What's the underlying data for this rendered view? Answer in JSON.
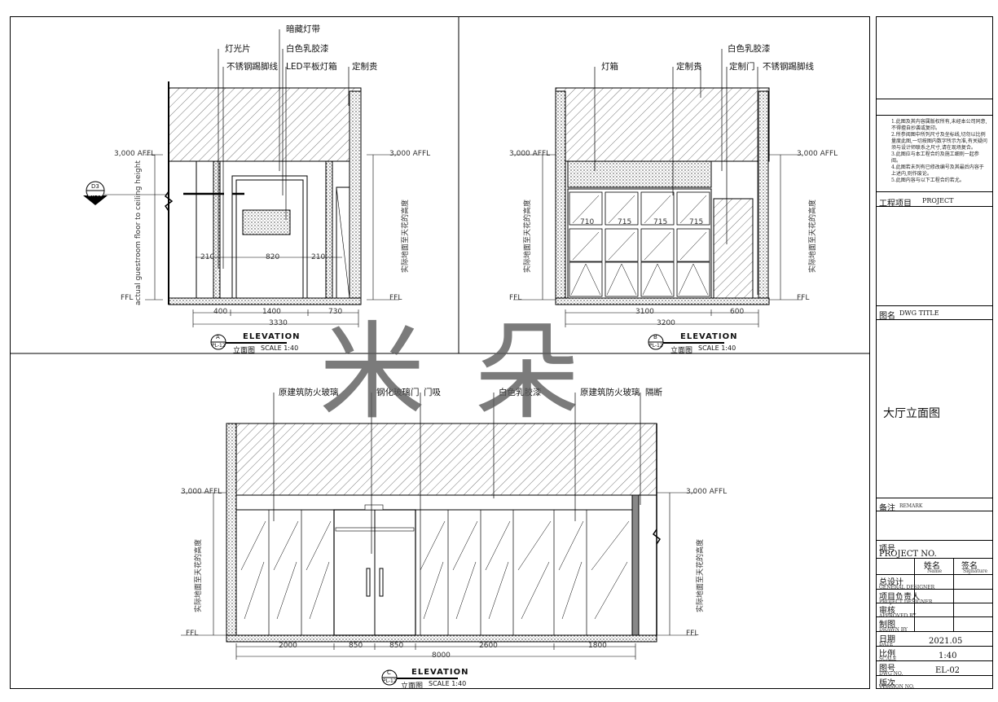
{
  "watermark": "米朵",
  "elevation_a": {
    "callouts": [
      "灯光片",
      "不锈钢踢脚线",
      "暗藏灯带",
      "白色乳胶漆",
      "LED平板灯箱",
      "定制贵"
    ],
    "title": "ELEVATION",
    "subtitle": "立面图",
    "scale": "SCALE 1:40",
    "tag_letter": "A",
    "tag_sheet": "PL-12",
    "level_top": "3,000 AFFL",
    "level_floor": "FFL",
    "section_tag_top": "D3",
    "section_tag_bottom": "DK-01",
    "dims_bottom": [
      "400",
      "1400",
      "730",
      "3330"
    ],
    "dims_inner": [
      "210",
      "820",
      "210"
    ]
  },
  "elevation_b": {
    "callouts": [
      "灯箱",
      "定制贵",
      "白色乳胶漆",
      "定制门",
      "不锈钢踢脚线"
    ],
    "title": "ELEVATION",
    "subtitle": "立面图",
    "scale": "SCALE 1:40",
    "tag_letter": "B",
    "tag_sheet": "PL-12",
    "level_top": "3,000 AFFL",
    "level_floor": "FFL",
    "dims_bottom": [
      "3100",
      "600",
      "3200"
    ],
    "cabinet_dims": [
      "710",
      "715",
      "715",
      "715"
    ]
  },
  "elevation_c": {
    "callouts": [
      "原建筑防火玻璃",
      "钢化玻璃门",
      "门吸",
      "白色乳胶漆",
      "原建筑防火玻璃",
      "隔断"
    ],
    "title": "ELEVATION",
    "subtitle": "立面图",
    "scale": "SCALE 1:40",
    "tag_letter": "C",
    "tag_sheet": "PL-12",
    "level_top": "3,000 AFFL",
    "level_floor": "FFL",
    "dims_bottom": [
      "2000",
      "850",
      "850",
      "2600",
      "1800"
    ],
    "dims_total": "8000"
  },
  "side_text": {
    "en": "actual guestroom floor to ceiling height",
    "cn": "实际地面至天花的高度"
  },
  "title_block": {
    "notes": [
      "1.此图及其内容属版权所有,未经本公司同意,不得擅自抄袭或复印。",
      "2.所参阅图中所列尺寸及坐标线,切勿以比例量度此图,一切按图内数字所示为准,有关疑问须与设计师联系之尺寸,请在现场复合。",
      "3.此图应与本工程合约及施工细则一起参阅。",
      "4.此图若未列有已修改编号及其最后内容于上述内,则作废论。",
      "5.此图内容与以下工程合约若尤。"
    ],
    "project_label": "工程项目",
    "project_label_en": "PROJECT",
    "dwg_title_label": "图名",
    "dwg_title_label_en": "DWG TITLE",
    "dwg_title": "大厅立面图",
    "remarks_label": "备注",
    "remarks_label_en": "REMARK",
    "project_no_label": "项号",
    "project_no_label_en": "PROJECT NO.",
    "name_header": "姓名",
    "name_header_en": "Name",
    "sign_header": "签名",
    "sign_header_en": "Signature",
    "roles": [
      {
        "cn": "总设计",
        "en": "GENERAL DESIGNER"
      },
      {
        "cn": "项目负责人",
        "en": "PROJECT DESIGNER"
      },
      {
        "cn": "审核",
        "en": "APPROVED BY"
      },
      {
        "cn": "制图",
        "en": "DRAWN BY"
      }
    ],
    "date_label": "日期",
    "date_label_en": "DATE",
    "date_value": "2021.05",
    "scale_label": "比例",
    "scale_label_en": "SCALE",
    "scale_value": "1:40",
    "dwg_no_label": "图号",
    "dwg_no_label_en": "DWG NO.",
    "dwg_no_value": "EL-02",
    "version_label": "版次",
    "version_label_en": "VERSION NO."
  }
}
